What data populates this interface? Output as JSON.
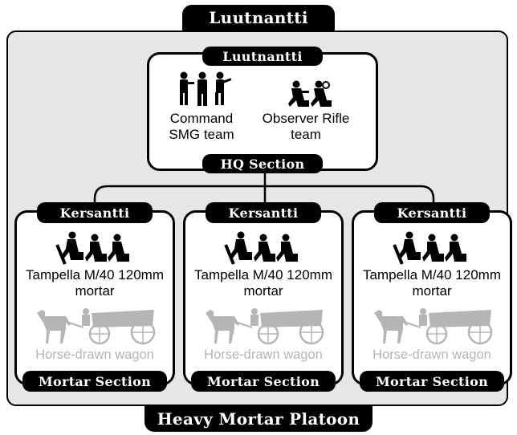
{
  "platoon": {
    "title": "Luutnantti",
    "footer": "Heavy Mortar Platoon"
  },
  "hq": {
    "commander": "Luutnantti",
    "teams": [
      {
        "label": "Command SMG team",
        "line1": "Command",
        "line2": "SMG team",
        "icon": "infantry-standing-icon"
      },
      {
        "label": "Observer Rifle team",
        "line1": "Observer Rifle",
        "line2": "team",
        "icon": "observer-kneeling-icon"
      }
    ],
    "section_name": "HQ Section"
  },
  "sections": [
    {
      "commander": "Kersantti",
      "weapon_line1": "Tampella M/40 120mm",
      "weapon_line2": "mortar",
      "transport": "Horse-drawn wagon",
      "name": "Mortar Section"
    },
    {
      "commander": "Kersantti",
      "weapon_line1": "Tampella M/40 120mm",
      "weapon_line2": "mortar",
      "transport": "Horse-drawn wagon",
      "name": "Mortar Section"
    },
    {
      "commander": "Kersantti",
      "weapon_line1": "Tampella M/40 120mm",
      "weapon_line2": "mortar",
      "transport": "Horse-drawn wagon",
      "name": "Mortar Section"
    }
  ],
  "colors": {
    "banner": "#000000",
    "panel": "#e6e6e6",
    "transport_grey": "#b5b5b5"
  }
}
